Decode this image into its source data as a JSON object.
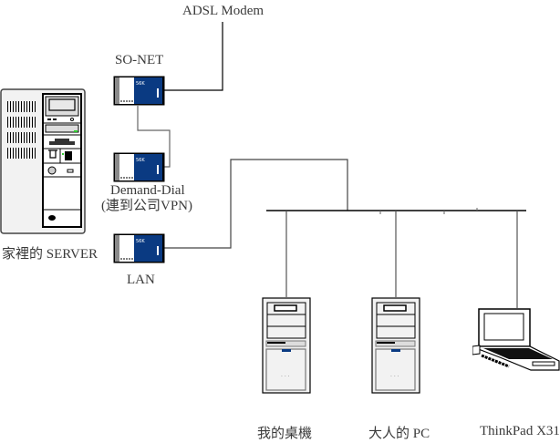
{
  "diagram": {
    "nodes": {
      "adsl_modem": {
        "label": "ADSL Modem"
      },
      "modem_card_sonet": {
        "label": "SO-NET",
        "card_text": "56K"
      },
      "modem_card_demand_dial": {
        "label_line1": "Demand-Dial",
        "label_line2": "(連到公司VPN)",
        "card_text": "56K"
      },
      "modem_card_lan": {
        "label": "LAN",
        "card_text": "56K"
      },
      "home_server": {
        "label": "家裡的 SERVER"
      },
      "desktop_mine": {
        "label": "我的桌機"
      },
      "desktop_parents": {
        "label": "大人的 PC"
      },
      "laptop": {
        "label": "ThinkPad X31"
      }
    },
    "edges": [
      {
        "from": "modem_card_sonet",
        "to": "adsl_modem"
      },
      {
        "from": "modem_card_sonet",
        "to": "modem_card_demand_dial"
      },
      {
        "from": "modem_card_lan",
        "to": "lan_bus"
      },
      {
        "from": "lan_bus",
        "to": "desktop_mine"
      },
      {
        "from": "lan_bus",
        "to": "desktop_parents"
      },
      {
        "from": "lan_bus",
        "to": "laptop"
      }
    ],
    "colors": {
      "card_blue": "#0a3a82",
      "card_gray": "#8a8a8a",
      "line": "#000000",
      "line_gray": "#6e6e6e",
      "case_fill": "#f2f2f2"
    }
  }
}
